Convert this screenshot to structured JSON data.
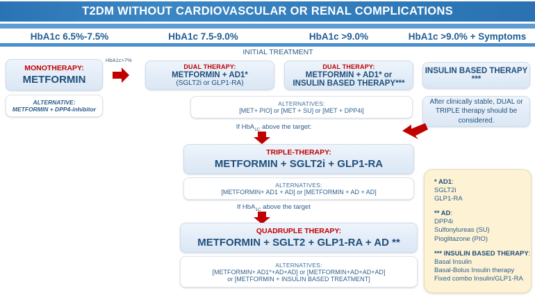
{
  "header": {
    "title": "T2DM WITHOUT CARDIOVASCULAR OR RENAL COMPLICATIONS",
    "columns": [
      "HbA1c 6.5%-7.5%",
      "HbA1c 7.5-9.0%",
      "HbA1c >9.0%",
      "HbA1c >9.0% + Symptoms"
    ],
    "band_color": "#2f79b9",
    "accent_color": "#5d9bd3"
  },
  "labels": {
    "initial_treatment": "INITIAL TREATMENT",
    "threshold_arrow": "HbA1c>7%",
    "if_above_target_1": "If HbA1c above the target:",
    "if_above_target_2": "If HbA1c above the target"
  },
  "monotherapy": {
    "kicker": "MONOTHERAPY:",
    "drug": "METFORMIN",
    "alt_title": "ALTERNATIVE:",
    "alt_body": "METFORMIN + DPP4-inhibitor"
  },
  "dual_left": {
    "kicker": "DUAL THERAPY:",
    "line1": "METFORMIN + AD1*",
    "line2": "(SGLT2i or GLP1-RA)"
  },
  "dual_right": {
    "kicker": "DUAL THERAPY:",
    "line1": "METFORMIN + AD1* or",
    "line2": "INSULIN  BASED THERAPY***"
  },
  "insulin": {
    "title": "INSULIN BASED THERAPY ***",
    "note": "After clinically stable,  DUAL or TRIPLE therapy should be considered."
  },
  "alt_dual": {
    "title": "ALTERNATIVES:",
    "body": "[MET+ PIO] or  [MET + SU] or  [MET + DPP4i]"
  },
  "triple": {
    "kicker": "TRIPLE-THERAPY:",
    "drug": "METFORMIN + SGLT2i + GLP1-RA"
  },
  "alt_triple": {
    "title": "ALTERNATIVES:",
    "body": "[METFORMIN+ AD1 + AD]  or  [METFORMIN + AD + AD]"
  },
  "quadruple": {
    "kicker": "QUADRUPLE THERAPY:",
    "drug": "METFORMIN + SGLT2 + GLP1-RA + AD **"
  },
  "alt_quad": {
    "title": "ALTERNATIVES:",
    "line1": "[METFORMIN+ AD1*+AD+AD] or [METFORMIN+AD+AD+AD]",
    "line2": "or [METFORMIN + INSULIN BASED TREATMENT]"
  },
  "legend": {
    "ad1_head": "* AD1",
    "ad1_items": [
      "SGLT2i",
      "GLP1-RA"
    ],
    "ad_head": "** AD",
    "ad_items": [
      "DPP4i",
      "Sulfonylureas (SU)",
      "Pioglitazone (PIO)"
    ],
    "insulin_head": "*** INSULIN BASED THERAPY",
    "insulin_items": [
      "Basal Insulin",
      "Basal-Bolus Insulin therapy",
      "Fixed combo Insulin/GLP1-RA"
    ],
    "background": "#fdf2d4"
  },
  "arrows": {
    "color": "#c00000",
    "right": "arrow-right",
    "down": "arrow-down",
    "diagonal": "arrow-diagonal-down-left"
  }
}
